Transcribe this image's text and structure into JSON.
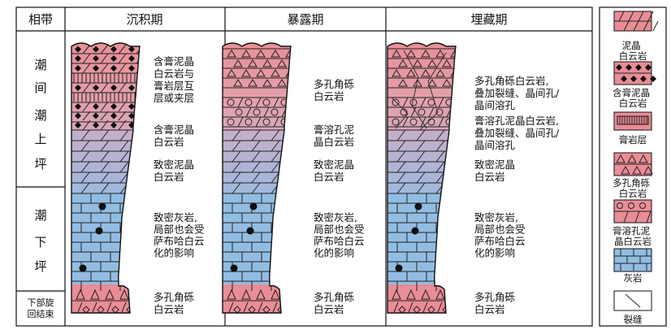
{
  "header": {
    "facies": "相带",
    "depositional": "沉积期",
    "exposure": "暴露期",
    "burial": "埋藏期"
  },
  "zones": {
    "supratidal": [
      "潮",
      "间",
      "潮",
      "上",
      "坪"
    ],
    "subtidal": [
      "潮",
      "下",
      "坪"
    ],
    "cycle_end": [
      "下部旋",
      "回结束"
    ]
  },
  "descriptions": {
    "depositional": [
      [
        "含膏泥晶",
        "白云岩与",
        "膏岩层互",
        "层或夹层"
      ],
      [
        "含膏泥晶",
        "白云岩"
      ],
      [
        "致密泥晶",
        "白云岩"
      ],
      [
        "致密灰岩,",
        "局部也会受",
        "萨布哈白云",
        "化的影响"
      ],
      [
        "多孔角砾",
        "白云岩"
      ]
    ],
    "exposure": [
      [
        "多孔角砾",
        "白云岩"
      ],
      [
        "膏溶孔泥",
        "晶白云岩"
      ],
      [
        "致密泥晶",
        "白云岩"
      ],
      [
        "致密灰岩,",
        "局部也会受",
        "萨布哈白云",
        "化的影响"
      ],
      [
        "多孔角砾",
        "白云岩"
      ]
    ],
    "burial": [
      [
        "多孔角砾白云岩,",
        "叠加裂缝、晶间孔/",
        "晶间溶孔"
      ],
      [
        "膏溶孔泥晶白云岩,",
        "叠加裂缝、晶间孔/",
        "晶间溶孔"
      ],
      [
        "致密泥晶",
        "白云岩"
      ],
      [
        "致密灰岩,",
        "局部也会受",
        "萨布哈白云",
        "化的影响"
      ],
      [
        "多孔角砾",
        "白云岩"
      ]
    ]
  },
  "legend": [
    {
      "key": "micrite_dolomite",
      "label": [
        "泥晶",
        "白云岩"
      ]
    },
    {
      "key": "gypsiferous_dolomite",
      "label": [
        "含膏泥晶",
        "白云岩"
      ]
    },
    {
      "key": "gypsum",
      "label": [
        "膏岩层"
      ]
    },
    {
      "key": "breccia",
      "label": [
        "多孔角砾",
        "白云岩"
      ]
    },
    {
      "key": "gypsum_moldic",
      "label": [
        "膏溶孔泥",
        "晶白云岩"
      ]
    },
    {
      "key": "limestone",
      "label": [
        "灰岩"
      ]
    },
    {
      "key": "fracture",
      "label": [
        "裂缝"
      ]
    }
  ],
  "colors": {
    "pink": "#e98d96",
    "mauve": "#c7aec9",
    "blue": "#92bde3",
    "line": "#111111"
  }
}
